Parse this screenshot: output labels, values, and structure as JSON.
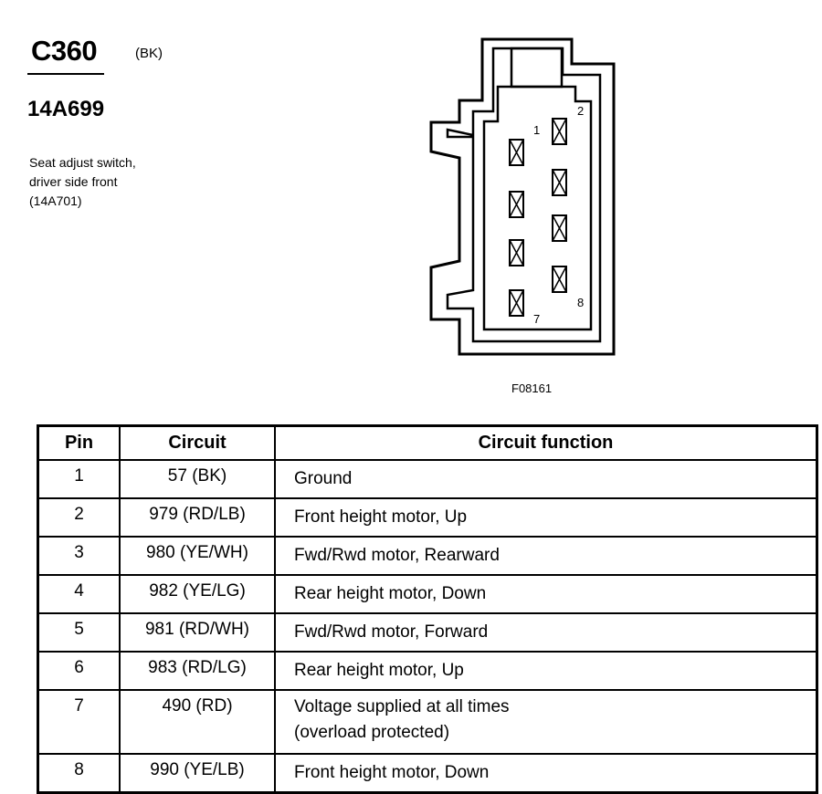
{
  "header": {
    "connector_id": "C360",
    "color_code": "(BK)",
    "part_number": "14A699",
    "description_lines": [
      "Seat adjust switch,",
      "driver side front",
      "(14A701)"
    ]
  },
  "figure": {
    "figure_id": "F08161",
    "pin_labels": [
      "1",
      "2",
      "7",
      "8"
    ]
  },
  "table": {
    "headers": {
      "pin": "Pin",
      "circuit": "Circuit",
      "function": "Circuit function"
    },
    "rows": [
      {
        "pin": "1",
        "circuit": "57 (BK)",
        "function": [
          "Ground"
        ]
      },
      {
        "pin": "2",
        "circuit": "979 (RD/LB)",
        "function": [
          "Front height motor, Up"
        ]
      },
      {
        "pin": "3",
        "circuit": "980 (YE/WH)",
        "function": [
          "Fwd/Rwd motor, Rearward"
        ]
      },
      {
        "pin": "4",
        "circuit": "982 (YE/LG)",
        "function": [
          "Rear height motor, Down"
        ]
      },
      {
        "pin": "5",
        "circuit": "981 (RD/WH)",
        "function": [
          "Fwd/Rwd motor, Forward"
        ]
      },
      {
        "pin": "6",
        "circuit": "983 (RD/LG)",
        "function": [
          "Rear height motor, Up"
        ]
      },
      {
        "pin": "7",
        "circuit": "490 (RD)",
        "function": [
          "Voltage supplied at all times",
          "(overload protected)"
        ]
      },
      {
        "pin": "8",
        "circuit": "990 (YE/LB)",
        "function": [
          "Front height motor, Down"
        ]
      }
    ]
  }
}
